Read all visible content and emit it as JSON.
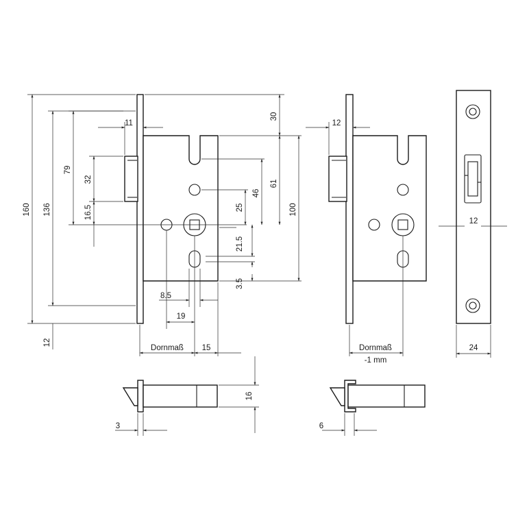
{
  "diagram": {
    "view1_labels": {
      "d160": "160",
      "d136": "136",
      "d79": "79",
      "d32": "32",
      "d16_5": "16.5",
      "d12": "12",
      "d11": "11",
      "d30": "30",
      "d61": "61",
      "d100": "100",
      "d46": "46",
      "d25": "25",
      "d21_5": "21.5",
      "d3_5": "3.5",
      "d8_5": "8.5",
      "d19": "19",
      "dornmass": "Dornmaß",
      "d15": "15"
    },
    "view2_labels": {
      "d12": "12",
      "dornmass": "Dornmaß",
      "minus1": "-1 mm"
    },
    "view3_labels": {
      "d12": "12",
      "d24": "24"
    },
    "latch1_labels": {
      "d16": "16",
      "d3": "3"
    },
    "latch2_labels": {
      "d6": "6"
    }
  }
}
